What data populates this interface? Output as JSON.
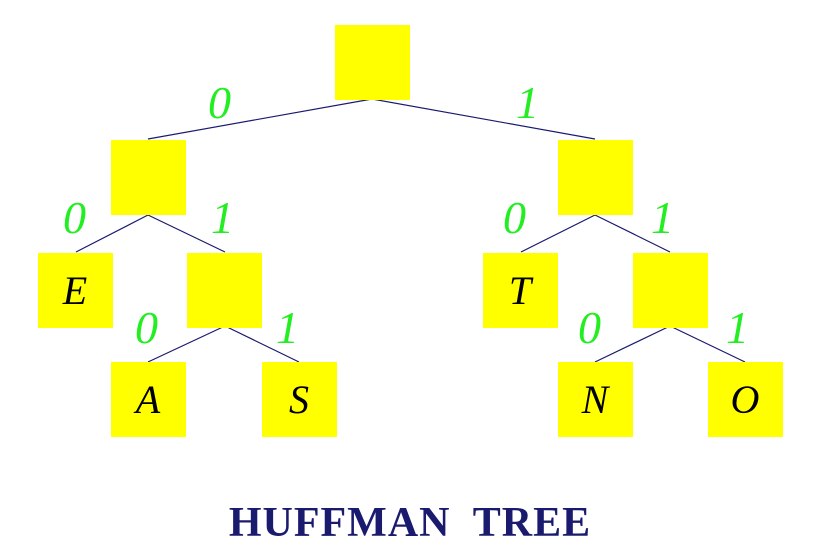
{
  "title": "HUFFMAN  TREE",
  "colors": {
    "node": "#ffff00",
    "edge": "#1a1a6e",
    "bit": "#22ee22",
    "letter": "#000000",
    "title": "#1a1a6e"
  },
  "tree": {
    "root": {
      "label": ""
    },
    "internal": [
      {
        "name": "left",
        "label": ""
      },
      {
        "name": "left-right",
        "label": ""
      },
      {
        "name": "right",
        "label": ""
      },
      {
        "name": "right-right",
        "label": ""
      }
    ],
    "leaves": [
      {
        "name": "E",
        "label": "E",
        "code": "00"
      },
      {
        "name": "A",
        "label": "A",
        "code": "010"
      },
      {
        "name": "S",
        "label": "S",
        "code": "011"
      },
      {
        "name": "T",
        "label": "T",
        "code": "10"
      },
      {
        "name": "N",
        "label": "N",
        "code": "110"
      },
      {
        "name": "O",
        "label": "O",
        "code": "111"
      }
    ],
    "edge_labels": {
      "root_left": "0",
      "root_right": "1",
      "left_left": "0",
      "left_right": "1",
      "left_right_left": "0",
      "left_right_right": "1",
      "right_left": "0",
      "right_right": "1",
      "right_right_left": "0",
      "right_right_right": "1"
    }
  }
}
